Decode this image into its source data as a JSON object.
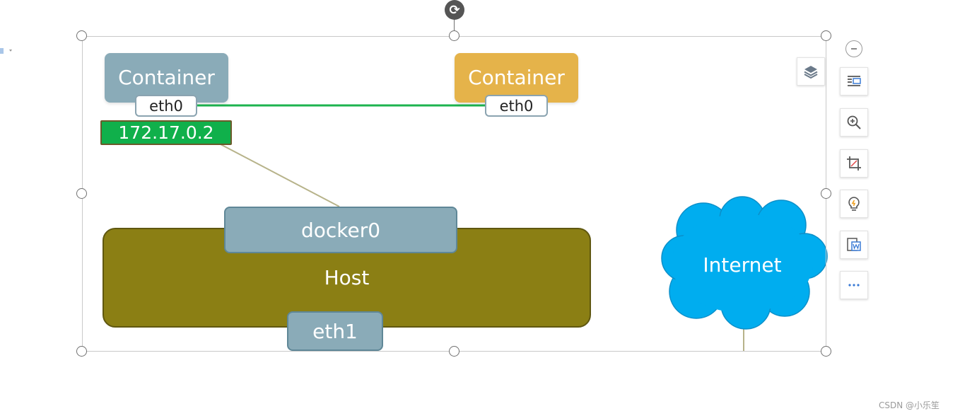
{
  "diagram": {
    "container_left": {
      "label": "Container",
      "iface": "eth0",
      "ip": "172.17.0.2",
      "color": "#8aabb8"
    },
    "container_right": {
      "label": "Container",
      "iface": "eth0",
      "color": "#e5b34a"
    },
    "bridge": {
      "label": "docker0"
    },
    "host": {
      "label": "Host",
      "iface": "eth1",
      "color": "#8b7f14"
    },
    "internet": {
      "label": "Internet",
      "color": "#00adef"
    },
    "link_color": "#1db34f"
  },
  "toolbar": {
    "icons": [
      "layers-icon",
      "collapse-icon",
      "text-wrap-icon",
      "zoom-in-icon",
      "crop-icon",
      "idea-icon",
      "word-export-icon",
      "more-icon"
    ]
  },
  "watermark": "CSDN @小乐笙"
}
